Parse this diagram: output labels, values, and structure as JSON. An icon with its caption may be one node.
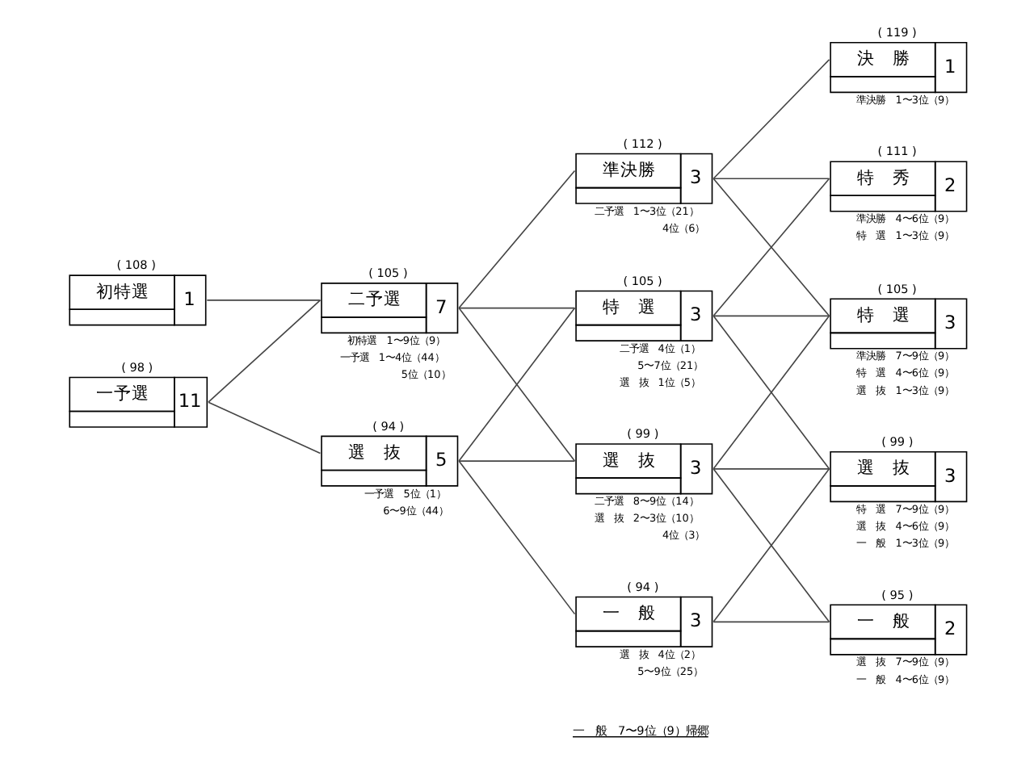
{
  "diagram": {
    "nodes": [
      {
        "text": [
          "( 108 )",
          "初特選",
          "1"
        ]
      },
      {
        "text": [
          "( 98 )",
          "一予選",
          "11"
        ]
      },
      {
        "text": [
          "( 105 )",
          "二予選",
          "7"
        ],
        "beside": [
          "初特選　1〜9位（9）",
          "一予選　1〜4位（44）",
          "5位（10）"
        ]
      },
      {
        "text": [
          "( 94 )",
          "選　抜",
          "5"
        ],
        "beside": [
          "一予選　5位（1）",
          "6〜9位（44）"
        ]
      },
      {
        "text": [
          "( 112 )",
          "準決勝",
          "3"
        ],
        "beside": [
          "二予選　1〜3位（21）",
          "4位（6）"
        ]
      },
      {
        "text": [
          "( 105 )",
          "特　選",
          "3"
        ],
        "beside": [
          "二予選　4位（1）",
          "5〜7位（21）",
          "選　抜　1位（5）"
        ]
      },
      {
        "text": [
          "( 99 )",
          "選　抜",
          "3"
        ],
        "beside": [
          "二予選　8〜9位（14）",
          "選　抜　2〜3位（10）",
          "4位（3）"
        ]
      },
      {
        "text": [
          "( 94 )",
          "一　般",
          "3"
        ],
        "beside": [
          "選　抜　4位（2）",
          "5〜9位（25）"
        ]
      },
      {
        "text": [
          "( 119 )",
          "決　勝",
          "1"
        ],
        "beside": [
          "準決勝　1〜3位（9）"
        ]
      },
      {
        "text": [
          "( 111 )",
          "特　秀",
          "2"
        ],
        "beside": [
          "準決勝　4〜6位（9）",
          "特　選　1〜3位（9）"
        ]
      },
      {
        "text": [
          "( 105 )",
          "特　選",
          "3"
        ],
        "beside": [
          "準決勝　7〜9位（9）",
          "特　選　4〜6位（9）",
          "選　抜　1〜3位（9）"
        ]
      },
      {
        "text": [
          "( 99 )",
          "選　抜",
          "3"
        ],
        "beside": [
          "特　選　7〜9位（9）",
          "選　抜　4〜6位（9）",
          "一　般　1〜3位（9）"
        ]
      },
      {
        "text": [
          "( 95 )",
          "一　般",
          "2"
        ],
        "beside": [
          "選　抜　7〜9位（9）",
          "一　般　4〜6位（9）"
        ]
      }
    ],
    "edges": [
      {
        "from": 0,
        "to": 2,
        "arrow": "none"
      },
      {
        "from": 1,
        "to": 2,
        "arrow": "none"
      },
      {
        "from": 1,
        "to": 3,
        "arrow": "none"
      },
      {
        "from": 2,
        "to": 4,
        "arrow": "none"
      },
      {
        "from": 2,
        "to": 5,
        "arrow": "none"
      },
      {
        "from": 2,
        "to": 6,
        "arrow": "none"
      },
      {
        "from": 3,
        "to": 5,
        "arrow": "none"
      },
      {
        "from": 3,
        "to": 6,
        "arrow": "none"
      },
      {
        "from": 3,
        "to": 7,
        "arrow": "none"
      },
      {
        "from": 4,
        "to": 8,
        "arrow": "none"
      },
      {
        "from": 4,
        "to": 9,
        "arrow": "none"
      },
      {
        "from": 4,
        "to": 10,
        "arrow": "none"
      },
      {
        "from": 5,
        "to": 9,
        "arrow": "none"
      },
      {
        "from": 5,
        "to": 10,
        "arrow": "none"
      },
      {
        "from": 5,
        "to": 11,
        "arrow": "none"
      },
      {
        "from": 6,
        "to": 10,
        "arrow": "none"
      },
      {
        "from": 6,
        "to": 11,
        "arrow": "none"
      },
      {
        "from": 6,
        "to": 12,
        "arrow": "none"
      },
      {
        "from": 7,
        "to": 11,
        "arrow": "none"
      },
      {
        "from": 7,
        "to": 12,
        "arrow": "none"
      }
    ],
    "labels": [
      "一　般　7〜9位（9）帰郷"
    ]
  }
}
